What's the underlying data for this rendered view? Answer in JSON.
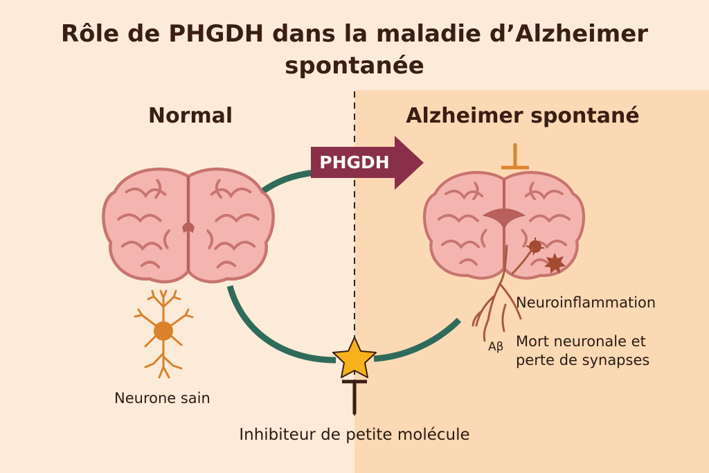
{
  "title": {
    "line1": "Rôle de PHGDH dans la maladie d’Alzheimer",
    "line2": "spontanée"
  },
  "sections": {
    "normal": "Normal",
    "alzheimer": "Alzheimer spontané"
  },
  "labels": {
    "phgdh": "PHGDH",
    "neuroinflammation": "Neuroinflammation",
    "mort_line1": "Mort neuronale et",
    "mort_line2": "perte de synapses",
    "abeta": "Aβ",
    "neurone_sain": "Neurone sain",
    "inhibiteur": "Inhibiteur de petite molécule"
  },
  "colors": {
    "cycle": "#2f6b5a",
    "arrow": "#8a2f4a",
    "brain_fill": "#f4b5b0",
    "brain_stroke": "#c8746f",
    "neuron": "#d9822b",
    "star": "#f7b21b",
    "inhibitor": "#3a1e14",
    "lesion": "#a34a32"
  }
}
